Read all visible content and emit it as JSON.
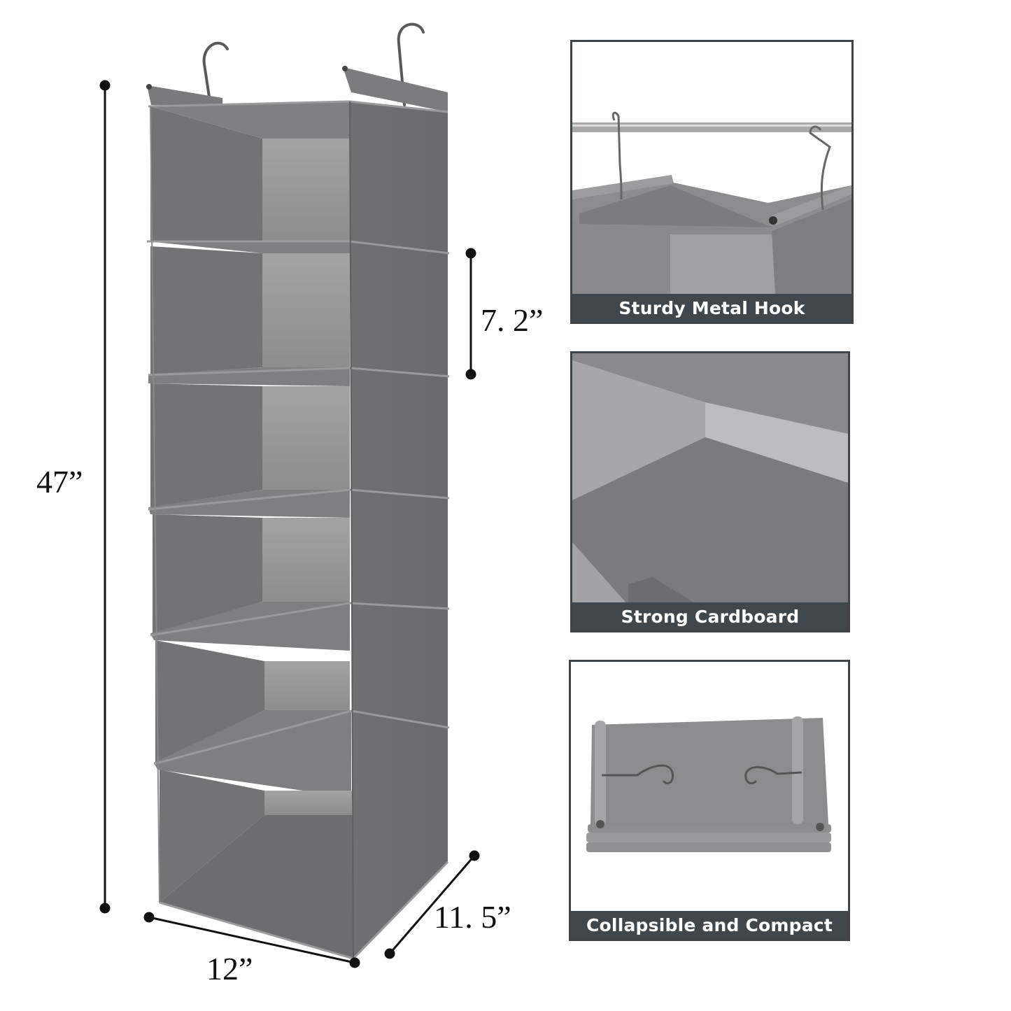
{
  "product": {
    "name": "6-shelf hanging closet organizer",
    "shelf_count": 6,
    "color": "#6f6f71"
  },
  "dimensions": {
    "height": "47”",
    "shelf_height": "7. 2”",
    "width": "12”",
    "depth": "11. 5”"
  },
  "features": [
    {
      "caption": "Sturdy Metal Hook",
      "icon": "metal-hook-icon"
    },
    {
      "caption": "Strong Cardboard",
      "icon": "cardboard-shelf-icon"
    },
    {
      "caption": "Collapsible and Compact",
      "icon": "folded-organizer-icon"
    }
  ],
  "colors": {
    "caption_bg": "#3f474c",
    "caption_text": "#ffffff",
    "frame": "#3e4448",
    "fabric_dark": "#6b6b6d",
    "fabric_mid": "#7a7a7c",
    "fabric_light": "#9c9c9c",
    "measure_line": "#111111"
  }
}
